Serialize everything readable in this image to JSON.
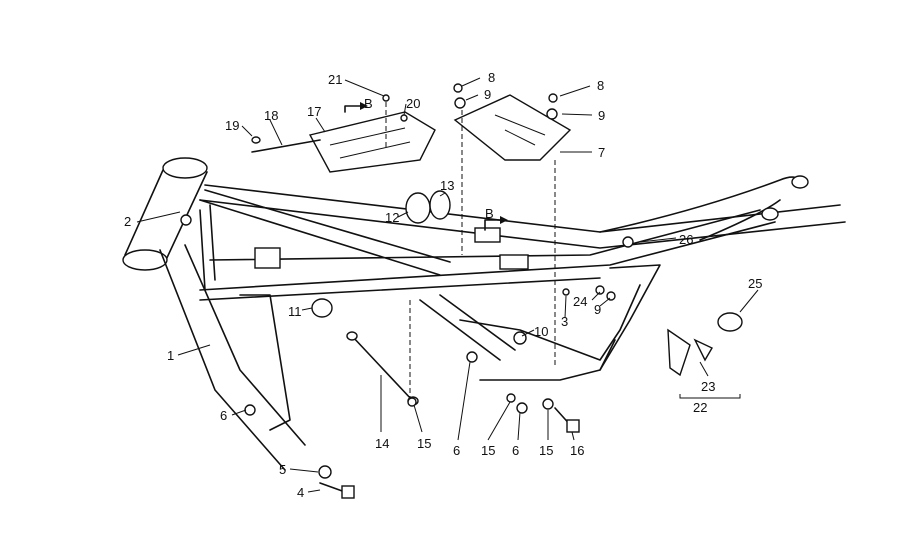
{
  "callouts": [
    "1",
    "2",
    "3",
    "4",
    "5",
    "6",
    "7",
    "8",
    "9",
    "10",
    "11",
    "12",
    "13",
    "14",
    "15",
    "16",
    "17",
    "18",
    "19",
    "20",
    "21",
    "22",
    "23",
    "24",
    "25",
    "26"
  ],
  "section_marker": "B",
  "colors": {
    "ink": "#111111",
    "paper": "#ffffff"
  }
}
